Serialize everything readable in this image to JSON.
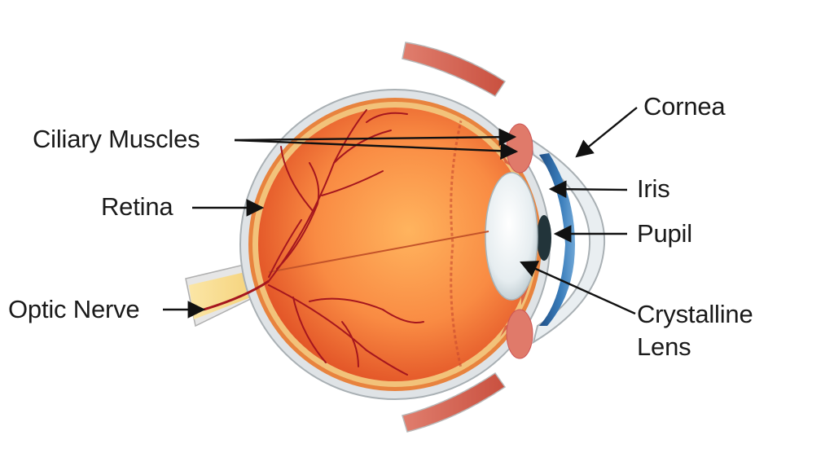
{
  "labels": {
    "ciliary_muscles": "Ciliary Muscles",
    "retina": "Retina",
    "optic_nerve": "Optic Nerve",
    "cornea": "Cornea",
    "iris": "Iris",
    "pupil": "Pupil",
    "lens_line1": "Crystalline",
    "lens_line2": "Lens"
  },
  "colors": {
    "sclera": "#dfe3e6",
    "retina_layer": "#f2c27a",
    "vitreous_center": "#ffb35c",
    "vitreous_edge": "#de4a22",
    "vessels": "#a5161e",
    "iris": "#2e6aa3",
    "lens": "#e8eef0",
    "optic_nerve": "#f8dc8e",
    "text": "#1a1a1a"
  }
}
